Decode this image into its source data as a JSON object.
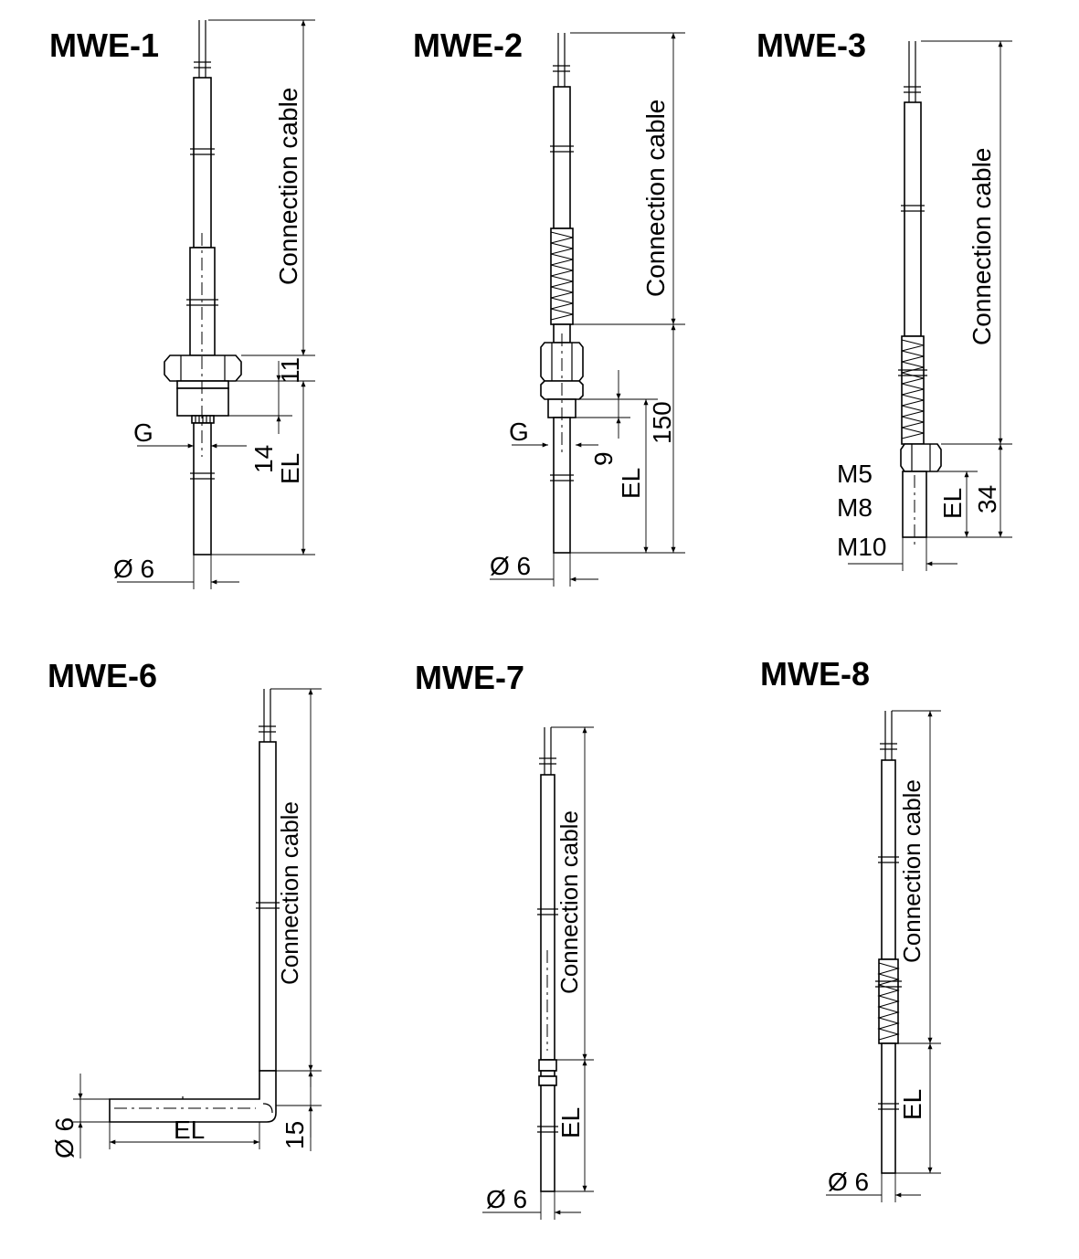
{
  "diagrams": [
    {
      "title": "MWE-1",
      "labels": {
        "cable": "Connection cable",
        "g": "G",
        "d11": "11",
        "d14": "14",
        "el": "EL",
        "dia": "Ø 6"
      }
    },
    {
      "title": "MWE-2",
      "labels": {
        "cable": "Connection cable",
        "g": "G",
        "d9": "9",
        "d150": "150",
        "el": "EL",
        "dia": "Ø 6"
      }
    },
    {
      "title": "MWE-3",
      "labels": {
        "cable": "Connection cable",
        "m5": "M5",
        "m8": "M8",
        "m10": "M10",
        "el": "EL",
        "d34": "34"
      }
    },
    {
      "title": "MWE-6",
      "labels": {
        "cable": "Connection cable",
        "el": "EL",
        "d15": "15",
        "dia": "Ø 6"
      }
    },
    {
      "title": "MWE-7",
      "labels": {
        "cable": "Connection cable",
        "el": "EL",
        "dia": "Ø 6"
      }
    },
    {
      "title": "MWE-8",
      "labels": {
        "cable": "Connection cable",
        "el": "EL",
        "dia": "Ø 6"
      }
    }
  ]
}
